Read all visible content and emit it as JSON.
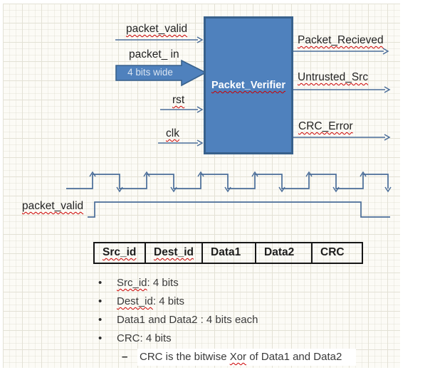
{
  "colors": {
    "accent_blue": "#4f81bd",
    "accent_blue_dark": "#38618c",
    "connector_blue": "#4a6d99",
    "squiggle_red": "#cc0000",
    "text_dark": "#222222",
    "note_text": "#3a3a3a",
    "background": "#fcfbf6",
    "grid_line": "#e3e1d5"
  },
  "block_diagram": {
    "block_label": "Packet_Verifier",
    "inputs": [
      {
        "label": "packet_valid"
      },
      {
        "label": "packet_ in",
        "annotation": "4 bits wide"
      },
      {
        "label": "rst"
      },
      {
        "label": "clk"
      }
    ],
    "outputs": [
      {
        "label": "Packet_Recieved"
      },
      {
        "label": "Untrusted_Src"
      },
      {
        "label": "CRC_Error"
      }
    ]
  },
  "waveform": {
    "clock_cycles": 6,
    "signal_label": "packet_valid"
  },
  "packet_fields_table": {
    "columns": [
      {
        "label": "Src_id"
      },
      {
        "label": "Dest_id"
      },
      {
        "label": "Data1"
      },
      {
        "label": "Data2"
      },
      {
        "label": "CRC"
      }
    ]
  },
  "notes": {
    "bullet_char": "•",
    "dash_char": "–",
    "items": [
      {
        "term": "Src_id",
        "rest": ": 4 bits"
      },
      {
        "term": "Dest_id",
        "rest": ": 4 bits"
      },
      {
        "term": "",
        "rest": "Data1 and Data2 : 4 bits each"
      },
      {
        "term": "",
        "rest": "CRC: 4 bits"
      }
    ],
    "sub_item": {
      "pre": "CRC is the bitwise ",
      "term": "Xor",
      "post": " of Data1 and Data2"
    }
  }
}
